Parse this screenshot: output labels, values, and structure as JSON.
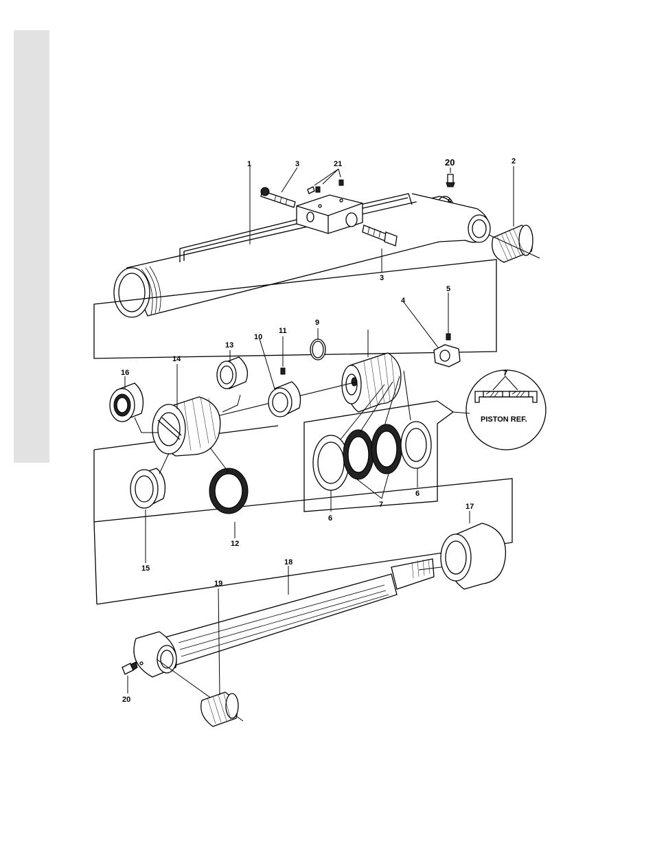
{
  "labels": {
    "l1": "1",
    "l2": "2",
    "l3a": "3",
    "l3b": "3",
    "l4": "4",
    "l5": "5",
    "l6a": "6",
    "l6b": "6",
    "l7a": "7",
    "l7b": "7",
    "l9": "9",
    "l10": "10",
    "l11": "11",
    "l12": "12",
    "l13": "13",
    "l14": "14",
    "l15": "15",
    "l16": "16",
    "l17": "17",
    "l18": "18",
    "l19": "19",
    "l20a": "20",
    "l20b": "20",
    "l21": "21"
  },
  "inset": {
    "label": "PISTON REF.",
    "callout": "7"
  },
  "icons": {
    "piston-inset": "circle-detail-icon"
  }
}
